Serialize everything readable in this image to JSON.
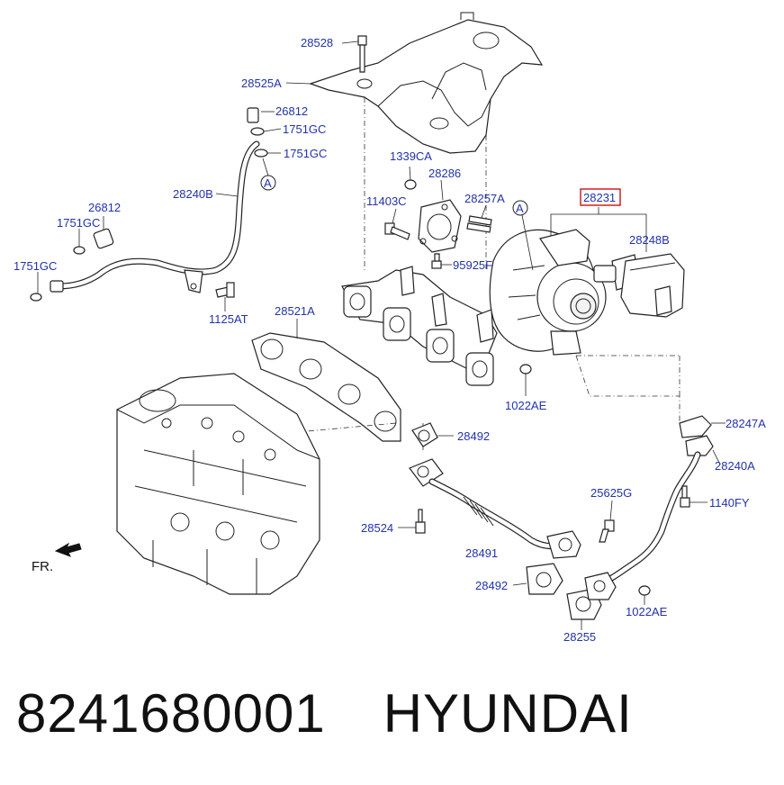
{
  "labels": {
    "l28528": "28528",
    "l28525A": "28525A",
    "l26812a": "26812",
    "l1751GCa": "1751GC",
    "l1751GCb": "1751GC",
    "l28240B": "28240B",
    "lA1": "A",
    "l26812b": "26812",
    "l1751GCc": "1751GC",
    "l1751GCd": "1751GC",
    "l1125AT": "1125AT",
    "l1339CA": "1339CA",
    "l28286": "28286",
    "l11403C": "11403C",
    "l28257A": "28257A",
    "lA2": "A",
    "l28231": "28231",
    "l28248B": "28248B",
    "l95925F": "95925F",
    "l28521A": "28521A",
    "l1022AEa": "1022AE",
    "l28492a": "28492",
    "l28247A": "28247A",
    "l28240A": "28240A",
    "l25625G": "25625G",
    "l1140FY": "1140FY",
    "l28524": "28524",
    "l28491": "28491",
    "l28492b": "28492",
    "l1022AEb": "1022AE",
    "l28255": "28255",
    "lFR": "FR."
  },
  "highlight_color": "#cc1111",
  "label_color": "#2233aa",
  "footer": {
    "part_number": "8241680001",
    "brand": "HYUNDAI"
  }
}
